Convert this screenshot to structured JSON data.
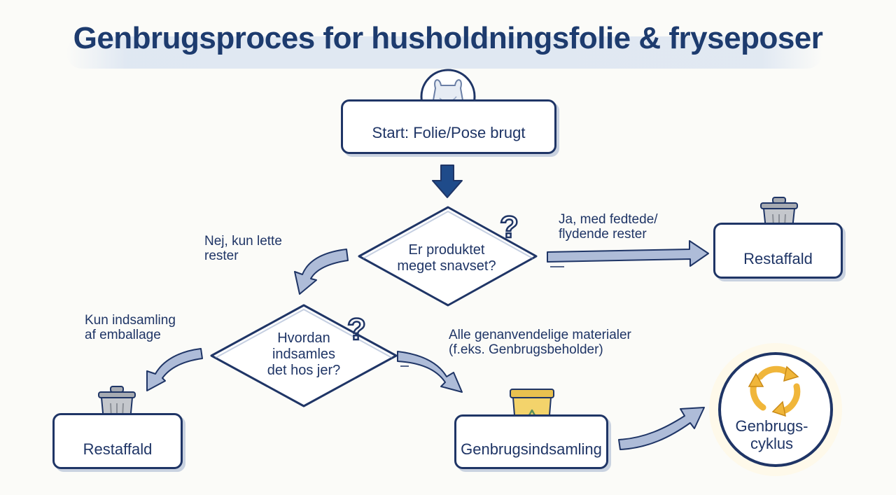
{
  "title": "Genbrugsproces for husholdningsfolie & fryseposer",
  "nodes": {
    "start": {
      "label": "Start: Folie/Pose brugt",
      "icon": "plastic-bag-icon"
    },
    "decision_dirty": {
      "label_line1": "Er produktet",
      "label_line2": "meget snavset?",
      "mark": "?"
    },
    "residual_right": {
      "label": "Restaffald",
      "icon": "trash-can-icon"
    },
    "decision_collection": {
      "label_line1": "Hvordan",
      "label_line2": "indsamles",
      "label_line3": "det hos jer?",
      "mark": "?"
    },
    "residual_left": {
      "label": "Restaffald",
      "icon": "trash-can-icon"
    },
    "recycling_collection": {
      "label": "Genbrugsindsamling",
      "icon": "recycling-bin-icon"
    },
    "recycling_cycle": {
      "label_line1": "Genbrugs-",
      "label_line2": "cyklus",
      "icon": "recycle-arrows-icon"
    }
  },
  "edges": {
    "dirty_yes": {
      "line1": "Ja, med fedtede/",
      "line2": "flydende rester"
    },
    "dirty_no": {
      "line1": "Nej, kun lette",
      "line2": "rester"
    },
    "packaging_only": {
      "line1": "Kun indsamling",
      "line2": "af emballage"
    },
    "all_materials": {
      "line1": "Alle genanvendelige materialer",
      "line2": "(f.eks. Genbrugsbeholder)"
    }
  },
  "colors": {
    "ink": "#1f3566",
    "arrow_fill": "#aebcd8",
    "trash_gray": "#b9bcc2",
    "bin_yellow": "#f3d36b",
    "recycle_orange": "#f0b63a",
    "title_wash": "#d6e1f0"
  }
}
